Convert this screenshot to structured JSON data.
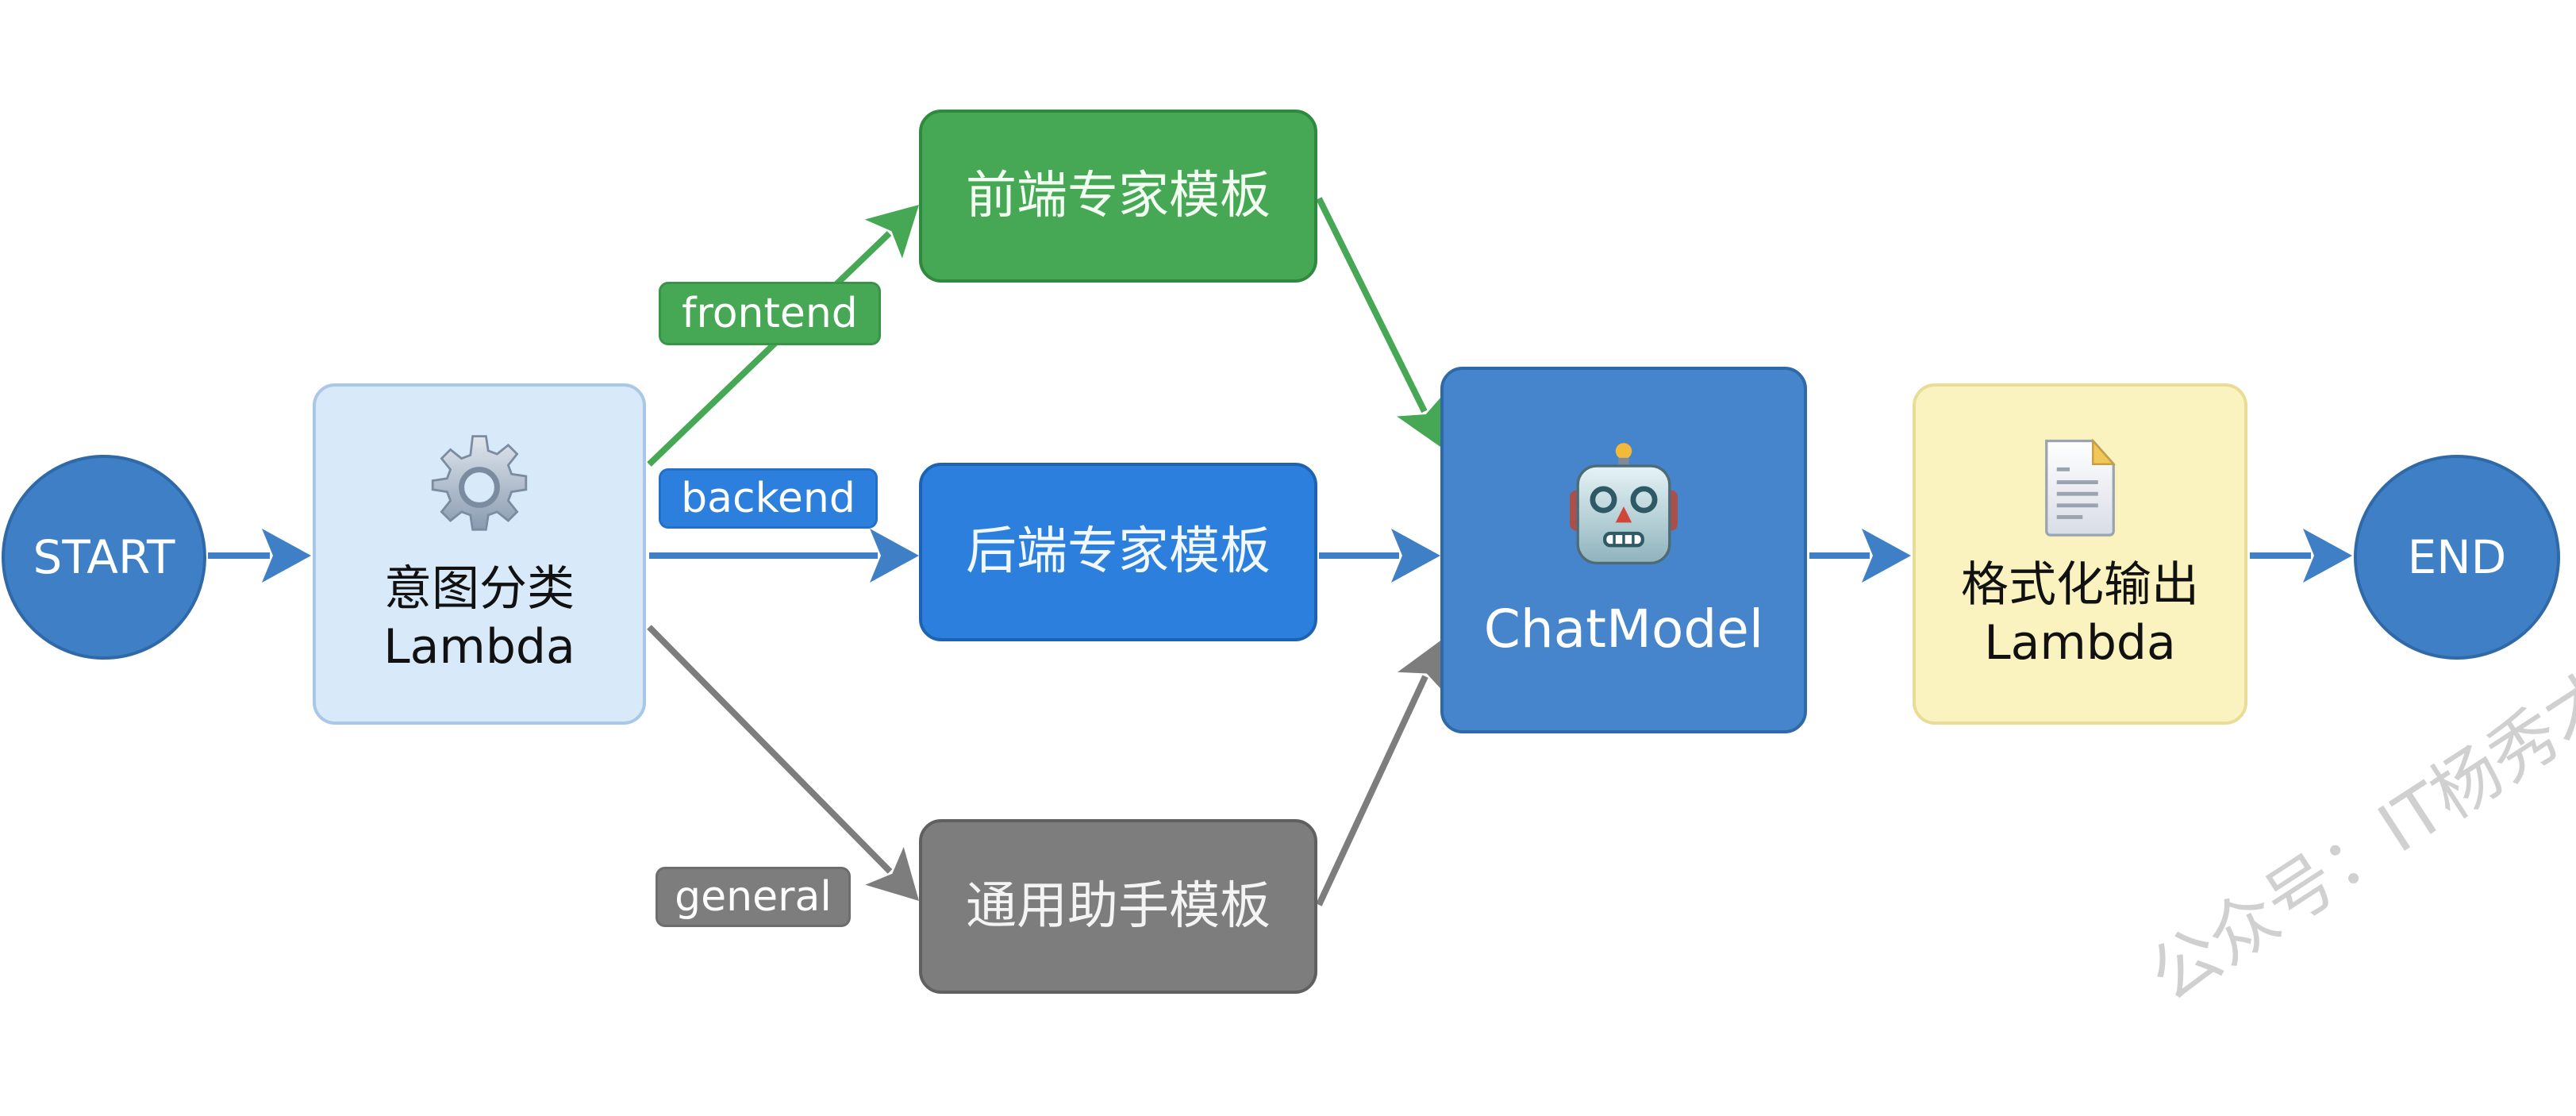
{
  "diagram": {
    "nodes": {
      "start": {
        "label": "START",
        "fill": "#3f7fc6"
      },
      "intent": {
        "icon": "gear-icon",
        "label_line1": "意图分类",
        "label_line2": "Lambda",
        "fill": "#d8e9f9",
        "border": "#a9c8e8"
      },
      "frontend_tpl": {
        "label": "前端专家模板",
        "fill": "#46a855",
        "border": "#2f8a3f"
      },
      "backend_tpl": {
        "label": "后端专家模板",
        "fill": "#2c7fdc",
        "border": "#1e62b2"
      },
      "general_tpl": {
        "label": "通用助手模板",
        "fill": "#7d7d7d",
        "border": "#606060"
      },
      "chat_model": {
        "icon": "robot-icon",
        "label": "ChatModel",
        "fill": "#4684cc",
        "border": "#2f69a8"
      },
      "format_output": {
        "icon": "document-icon",
        "label_line1": "格式化输出",
        "label_line2": "Lambda",
        "fill": "#faf3bf",
        "border": "#e8dc96"
      },
      "end": {
        "label": "END",
        "fill": "#3f7fc6"
      }
    },
    "edge_labels": {
      "frontend": {
        "text": "frontend",
        "color": "#46a855"
      },
      "backend": {
        "text": "backend",
        "color": "#2c7fdc"
      },
      "general": {
        "text": "general",
        "color": "#7d7d7d"
      }
    },
    "edges": [
      {
        "from": "start",
        "to": "intent",
        "color": "#3f7fc6"
      },
      {
        "from": "intent",
        "to": "frontend_tpl",
        "label": "frontend",
        "color": "#46a855"
      },
      {
        "from": "intent",
        "to": "backend_tpl",
        "label": "backend",
        "color": "#3f7fc6"
      },
      {
        "from": "intent",
        "to": "general_tpl",
        "label": "general",
        "color": "#7d7d7d"
      },
      {
        "from": "frontend_tpl",
        "to": "chat_model",
        "color": "#46a855"
      },
      {
        "from": "backend_tpl",
        "to": "chat_model",
        "color": "#3f7fc6"
      },
      {
        "from": "general_tpl",
        "to": "chat_model",
        "color": "#7d7d7d"
      },
      {
        "from": "chat_model",
        "to": "format_output",
        "color": "#3f7fc6"
      },
      {
        "from": "format_output",
        "to": "end",
        "color": "#3f7fc6"
      }
    ]
  },
  "watermark": "公众号：IT杨秀才"
}
